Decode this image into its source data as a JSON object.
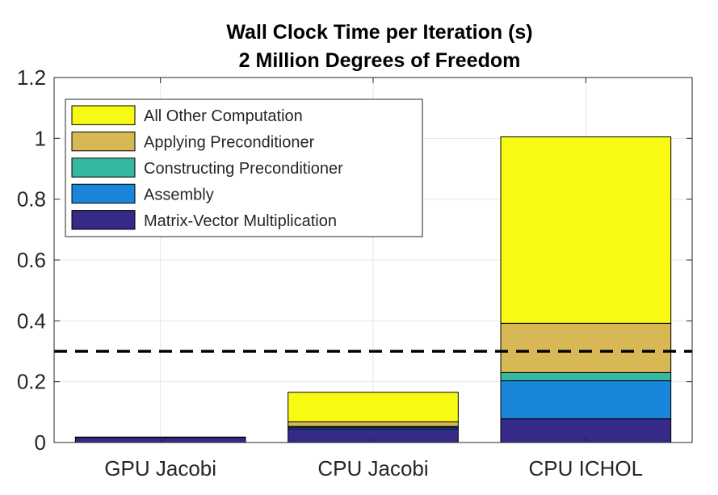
{
  "chart_data": {
    "type": "bar",
    "stacked": true,
    "title": [
      "Wall Clock Time per Iteration (s)",
      "2 Million Degrees of Freedom"
    ],
    "xlabel": "",
    "ylabel": "",
    "categories": [
      "GPU Jacobi",
      "CPU Jacobi",
      "CPU ICHOL"
    ],
    "ylim": [
      0,
      1.2
    ],
    "yticks": [
      0,
      0.2,
      0.4,
      0.6,
      0.8,
      1,
      1.2
    ],
    "ytick_labels": [
      "0",
      "0.2",
      "0.4",
      "0.6",
      "0.8",
      "1",
      "1.2"
    ],
    "grid": true,
    "legend_placement": "top-left",
    "reference_line": {
      "y": 0.3,
      "style": "dashed",
      "color": "#000000"
    },
    "series": [
      {
        "name": "Matrix-Vector Multiplication",
        "color": "#352a87",
        "values": [
          0.017,
          0.045,
          0.078
        ]
      },
      {
        "name": "Assembly",
        "color": "#1a86d9",
        "values": [
          0.0,
          0.005,
          0.125
        ]
      },
      {
        "name": "Constructing Preconditioner",
        "color": "#36b8a0",
        "values": [
          0.0,
          0.003,
          0.027
        ]
      },
      {
        "name": "Applying Preconditioner",
        "color": "#d8b855",
        "values": [
          0.001,
          0.015,
          0.162
        ]
      },
      {
        "name": "All Other Computation",
        "color": "#f9fa14",
        "values": [
          0.0,
          0.097,
          0.613
        ]
      }
    ],
    "legend_order": [
      4,
      3,
      2,
      1,
      0
    ]
  }
}
